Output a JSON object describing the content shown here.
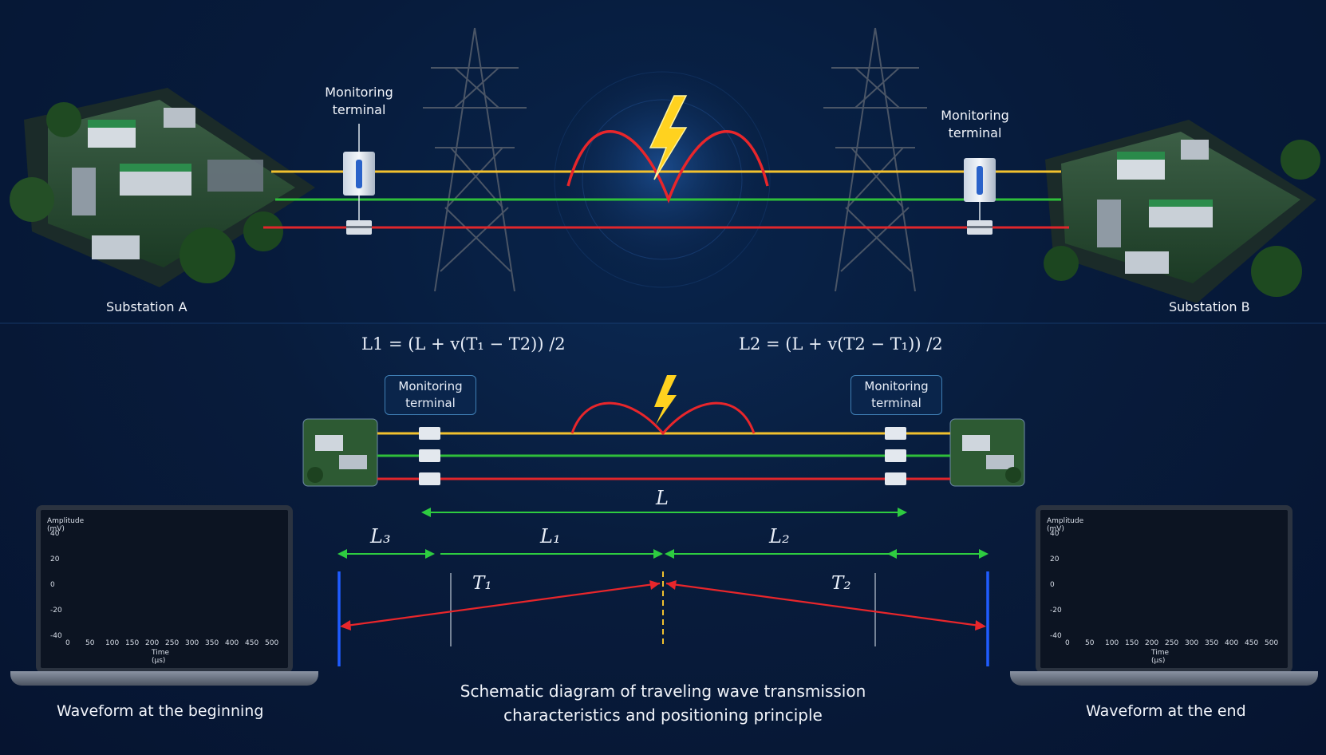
{
  "top": {
    "monitoring_terminal_left": "Monitoring\nterminal",
    "monitoring_terminal_right": "Monitoring\nterminal",
    "substation_a": "Substation A",
    "substation_b": "Substation B"
  },
  "formulas": {
    "l1": "L1 =  (L + v(T₁ − T2)) /2",
    "l2": "L2 =  (L + v(T2 − T₁))  /2"
  },
  "schematic": {
    "monitoring_terminal_left": "Monitoring\nterminal",
    "monitoring_terminal_right": "Monitoring\nterminal",
    "label_L": "L",
    "label_L1": "L₁",
    "label_L2": "L₂",
    "label_L3": "L₃",
    "label_T1": "T₁",
    "label_T2": "T₂"
  },
  "waveform_left": {
    "ylabel": "Amplitude (mV)",
    "xlabel": "Time (μs)",
    "yticks": [
      "40",
      "20",
      "0",
      "-20",
      "-40"
    ],
    "xticks": [
      "0",
      "50",
      "100",
      "150",
      "200",
      "250",
      "300",
      "350",
      "400",
      "450",
      "500"
    ],
    "caption": "Waveform at the beginning"
  },
  "waveform_right": {
    "ylabel": "Amplitude (mV)",
    "xlabel": "Time (μs)",
    "yticks": [
      "40",
      "20",
      "0",
      "-20",
      "-40"
    ],
    "xticks": [
      "0",
      "50",
      "100",
      "150",
      "200",
      "250",
      "300",
      "350",
      "400",
      "450",
      "500"
    ],
    "caption": "Waveform at the end"
  },
  "caption": "Schematic diagram of traveling wave transmission\ncharacteristics and positioning principle",
  "colors": {
    "line_yellow": "#f2c12e",
    "line_green": "#2fbf3a",
    "line_red": "#e0262b",
    "arrow_green": "#2ecc40",
    "arrow_red": "#e8262b",
    "marker_blue": "#1f5cff",
    "wave_blue": "#3d6fe8",
    "bolt": "#ffd21f"
  }
}
